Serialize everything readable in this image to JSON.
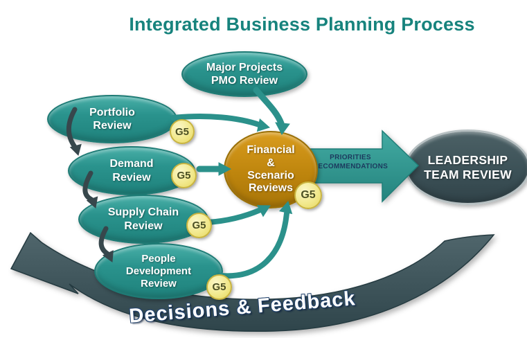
{
  "title": "Integrated Business Planning Process",
  "g5_label": "G5",
  "nodes": {
    "major_projects": {
      "line1": "Major Projects",
      "line2": "PMO Review"
    },
    "portfolio": {
      "line1": "Portfolio",
      "line2": "Review"
    },
    "demand": {
      "line1": "Demand",
      "line2": "Review"
    },
    "supply_chain": {
      "line1": "Supply Chain",
      "line2": "Review"
    },
    "people_development": {
      "line1": "People",
      "line2": "Development",
      "line3": "Review"
    },
    "financial": {
      "line1": "Financial",
      "line2": "&",
      "line3": "Scenario",
      "line4": "Reviews"
    },
    "leadership": {
      "line1": "LEADERSHIP",
      "line2": "TEAM REVIEW"
    }
  },
  "main_arrow": {
    "line1": "PRIORITIES",
    "line2": "RECOMMENDATIONS"
  },
  "feedback_band": {
    "label": "Decisions & Feedback"
  },
  "colors": {
    "title_teal": "#17837D",
    "node_teal": "#2A938D",
    "node_orange": "#BE850D",
    "node_dark_slate": "#3C5157",
    "badge_yellow": "#F2E98E",
    "arrow_teal": "#2B918B",
    "connector_dark": "#37474C",
    "band_dark": "#3A5156"
  }
}
